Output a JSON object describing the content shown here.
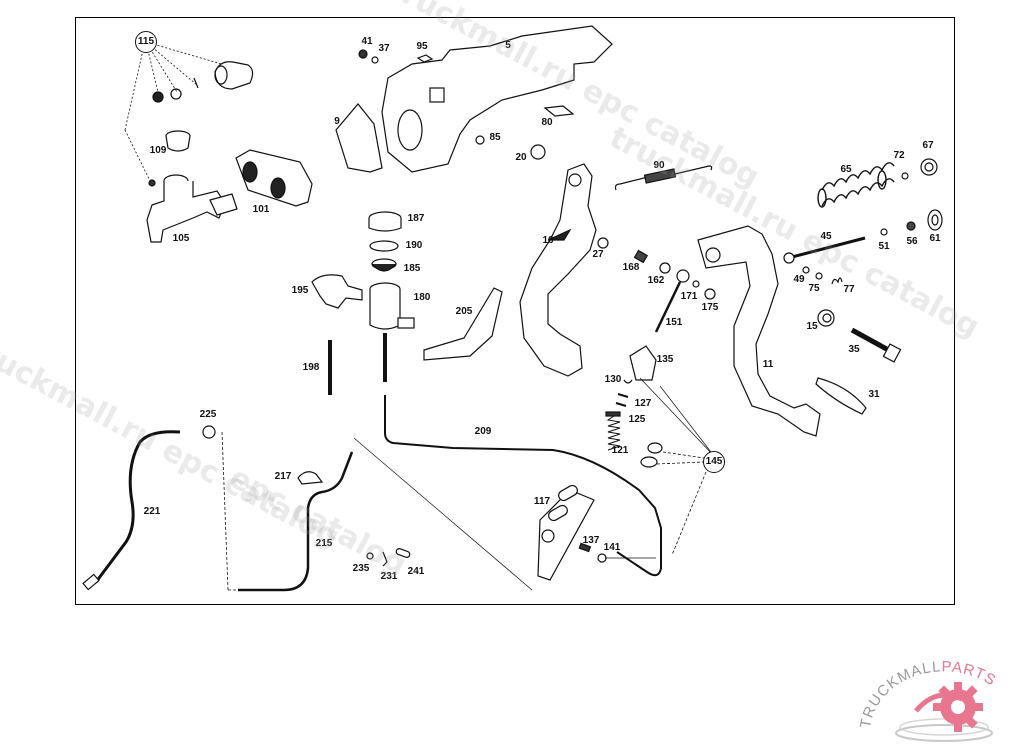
{
  "diagram": {
    "title": "Clutch pedal and hydraulic clutch control parts diagram",
    "callouts": [
      {
        "id": "115",
        "circled": true
      },
      {
        "id": "41"
      },
      {
        "id": "37"
      },
      {
        "id": "95"
      },
      {
        "id": "5"
      },
      {
        "id": "9"
      },
      {
        "id": "80"
      },
      {
        "id": "85"
      },
      {
        "id": "20"
      },
      {
        "id": "109"
      },
      {
        "id": "101"
      },
      {
        "id": "105"
      },
      {
        "id": "90"
      },
      {
        "id": "65"
      },
      {
        "id": "72"
      },
      {
        "id": "67"
      },
      {
        "id": "45"
      },
      {
        "id": "51"
      },
      {
        "id": "56"
      },
      {
        "id": "61"
      },
      {
        "id": "16"
      },
      {
        "id": "27"
      },
      {
        "id": "168"
      },
      {
        "id": "162"
      },
      {
        "id": "171"
      },
      {
        "id": "175"
      },
      {
        "id": "151"
      },
      {
        "id": "49"
      },
      {
        "id": "75"
      },
      {
        "id": "77"
      },
      {
        "id": "15"
      },
      {
        "id": "35"
      },
      {
        "id": "11"
      },
      {
        "id": "31"
      },
      {
        "id": "187"
      },
      {
        "id": "190"
      },
      {
        "id": "185"
      },
      {
        "id": "195"
      },
      {
        "id": "180"
      },
      {
        "id": "205"
      },
      {
        "id": "198"
      },
      {
        "id": "135"
      },
      {
        "id": "130"
      },
      {
        "id": "127"
      },
      {
        "id": "125"
      },
      {
        "id": "121"
      },
      {
        "id": "145",
        "circled": true
      },
      {
        "id": "209"
      },
      {
        "id": "117"
      },
      {
        "id": "137"
      },
      {
        "id": "141"
      },
      {
        "id": "225"
      },
      {
        "id": "221"
      },
      {
        "id": "217"
      },
      {
        "id": "215"
      },
      {
        "id": "235"
      },
      {
        "id": "231"
      },
      {
        "id": "241"
      }
    ]
  },
  "watermarks": [
    "truckmall.ru epc catalog",
    "truckmall.ru epc catalog",
    "truckmall.ru epc catalog",
    "epc catalog"
  ],
  "logo": {
    "text_primary": "TRUCKMALL",
    "text_accent": "PARTS",
    "accent_color": "#e8768f",
    "secondary_color": "#9a9a9a"
  }
}
